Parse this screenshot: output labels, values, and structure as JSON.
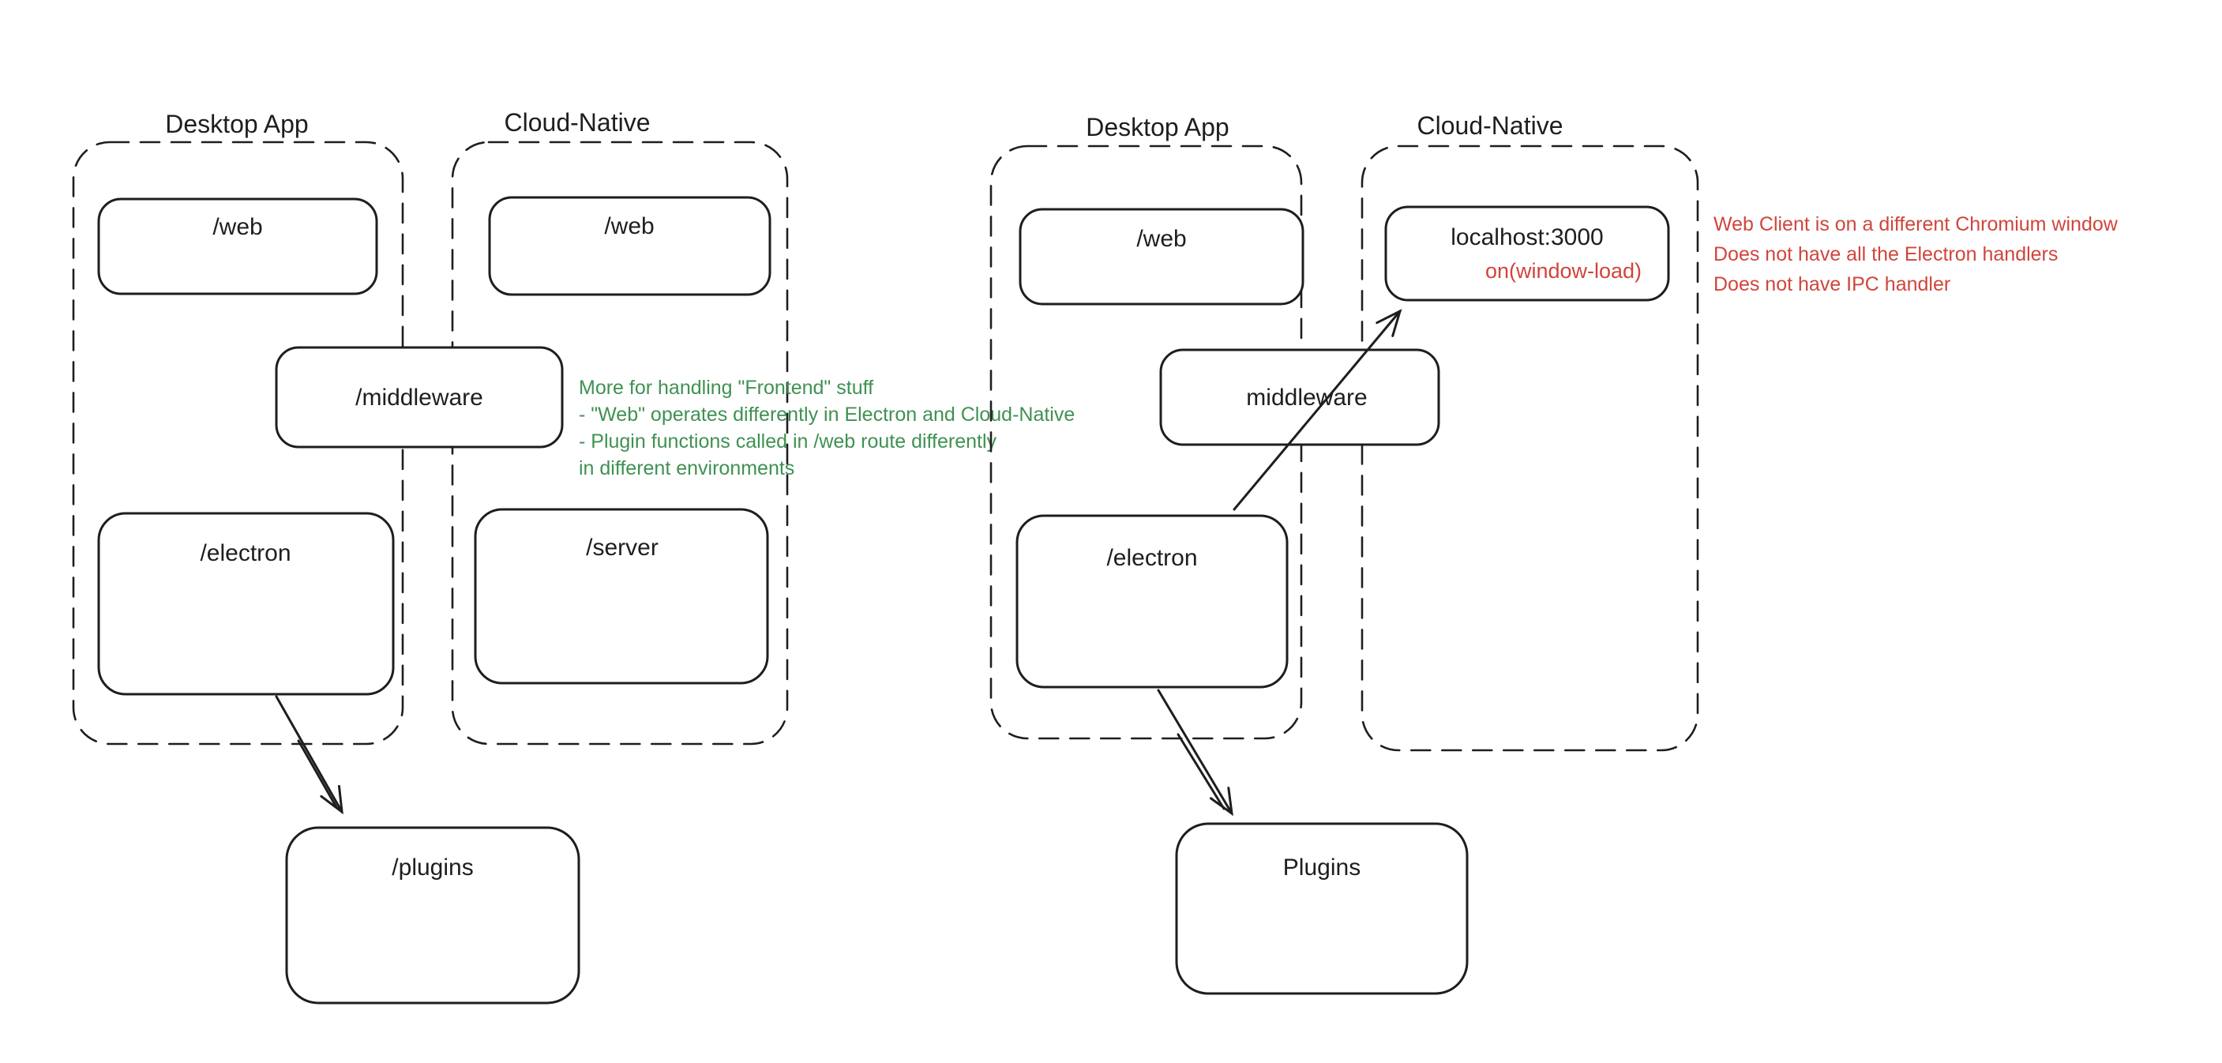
{
  "colors": {
    "stroke": "#1e1e1e",
    "red": "#d0453c",
    "green": "#3f9152",
    "background": "#ffffff"
  },
  "left": {
    "desktop_label": "Desktop App",
    "cloud_label": "Cloud-Native",
    "web_desktop": "/web",
    "web_cloud": "/web",
    "middleware": "/middleware",
    "electron": "/electron",
    "server": "/server",
    "plugins": "/plugins",
    "note_lines": [
      "More for handling \"Frontend\" stuff",
      "- \"Web\" operates differently in Electron and Cloud-Native",
      "- Plugin functions called in /web route differently",
      "in different environments"
    ]
  },
  "right": {
    "desktop_label": "Desktop App",
    "cloud_label": "Cloud-Native",
    "web_desktop": "/web",
    "localhost": "localhost:3000",
    "on_window_load": "on(window-load)",
    "middleware": "middleware",
    "electron": "/electron",
    "plugins": "Plugins",
    "note_lines": [
      "Web Client is on a different Chromium window",
      "Does not have all the Electron handlers",
      "Does not have IPC handler"
    ]
  }
}
